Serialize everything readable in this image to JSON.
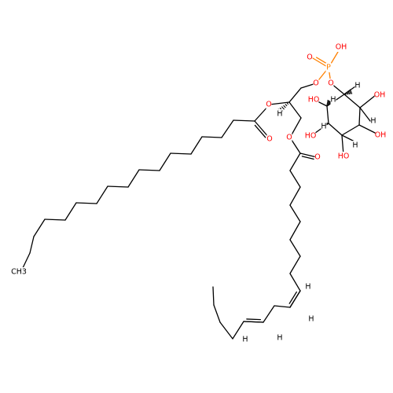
{
  "diagram": {
    "colors": {
      "carbon": "#000000",
      "oxygen": "#ff0000",
      "phosphorus": "#ff8000",
      "hydrogen": "#000000",
      "background": "#ffffff"
    },
    "atom_labels": [
      {
        "id": "oh_p",
        "text": "OH",
        "color": "oxygen"
      },
      {
        "id": "o_dbl_p",
        "text": "O",
        "color": "oxygen"
      },
      {
        "id": "p",
        "text": "P",
        "color": "phosphorus"
      },
      {
        "id": "o_ring",
        "text": "O",
        "color": "oxygen"
      },
      {
        "id": "o_link",
        "text": "O",
        "color": "oxygen"
      },
      {
        "id": "h_ring1",
        "text": "H",
        "color": "hydrogen"
      },
      {
        "id": "oh_r1",
        "text": "OH",
        "color": "oxygen"
      },
      {
        "id": "h_r2",
        "text": "H",
        "color": "hydrogen"
      },
      {
        "id": "oh_r2",
        "text": "OH",
        "color": "oxygen"
      },
      {
        "id": "ho_r3",
        "text": "HO",
        "color": "oxygen"
      },
      {
        "id": "h_r3",
        "text": "H",
        "color": "hydrogen"
      },
      {
        "id": "h_r4",
        "text": "H",
        "color": "hydrogen"
      },
      {
        "id": "h_r5",
        "text": "H",
        "color": "hydrogen"
      },
      {
        "id": "ho_r6",
        "text": "HO",
        "color": "oxygen"
      },
      {
        "id": "ho_r5",
        "text": "HO",
        "color": "oxygen"
      },
      {
        "id": "o_ester1",
        "text": "O",
        "color": "oxygen"
      },
      {
        "id": "h_gly",
        "text": "H",
        "color": "hydrogen"
      },
      {
        "id": "o_carb1",
        "text": "O",
        "color": "oxygen"
      },
      {
        "id": "o_ester2",
        "text": "O",
        "color": "oxygen"
      },
      {
        "id": "o_carb2",
        "text": "O",
        "color": "oxygen"
      },
      {
        "id": "h_db1a",
        "text": "H",
        "color": "hydrogen"
      },
      {
        "id": "h_db1b",
        "text": "H",
        "color": "hydrogen"
      },
      {
        "id": "h_db2a",
        "text": "H",
        "color": "hydrogen"
      },
      {
        "id": "h_db2b",
        "text": "H",
        "color": "hydrogen"
      },
      {
        "id": "ch3",
        "text": "CH3",
        "color": "carbon"
      }
    ]
  }
}
